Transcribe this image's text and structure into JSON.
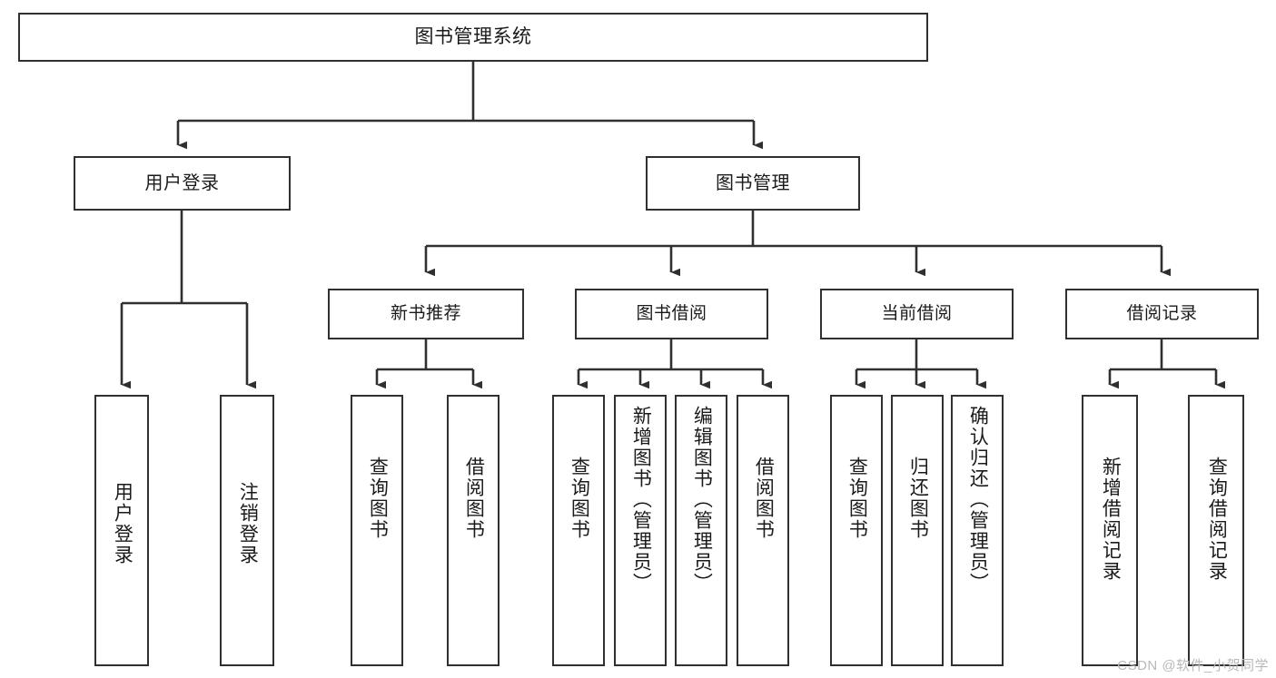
{
  "diagram": {
    "type": "tree-hierarchy",
    "title_node": {
      "label": "图书管理系统"
    },
    "level1": [
      {
        "id": "user-login",
        "label": "用户登录"
      },
      {
        "id": "book-manage",
        "label": "图书管理"
      }
    ],
    "level2": [
      {
        "id": "new-book-recommend",
        "label": "新书推荐",
        "parent": "book-manage"
      },
      {
        "id": "book-borrow",
        "label": "图书借阅",
        "parent": "book-manage"
      },
      {
        "id": "current-borrow",
        "label": "当前借阅",
        "parent": "book-manage"
      },
      {
        "id": "borrow-record",
        "label": "借阅记录",
        "parent": "book-manage"
      }
    ],
    "leaves": [
      {
        "id": "leaf-user-login",
        "label": "用户登录",
        "parent": "user-login"
      },
      {
        "id": "leaf-logout-login",
        "label": "注销登录",
        "parent": "user-login"
      },
      {
        "id": "leaf-query-book-1",
        "label": "查询图书",
        "parent": "new-book-recommend"
      },
      {
        "id": "leaf-borrow-book-1",
        "label": "借阅图书",
        "parent": "new-book-recommend"
      },
      {
        "id": "leaf-query-book-2",
        "label": "查询图书",
        "parent": "book-borrow"
      },
      {
        "id": "leaf-add-book",
        "label": "新增图书（管理员）",
        "parent": "book-borrow"
      },
      {
        "id": "leaf-edit-book",
        "label": "编辑图书（管理员）",
        "parent": "book-borrow"
      },
      {
        "id": "leaf-borrow-book-2",
        "label": "借阅图书",
        "parent": "book-borrow"
      },
      {
        "id": "leaf-query-book-3",
        "label": "查询图书",
        "parent": "current-borrow"
      },
      {
        "id": "leaf-return-book",
        "label": "归还图书",
        "parent": "current-borrow"
      },
      {
        "id": "leaf-confirm-return",
        "label": "确认归还（管理员）",
        "parent": "current-borrow"
      },
      {
        "id": "leaf-add-record",
        "label": "新增借阅记录",
        "parent": "borrow-record"
      },
      {
        "id": "leaf-query-record",
        "label": "查询借阅记录",
        "parent": "borrow-record"
      }
    ],
    "colors": {
      "stroke": "#303030",
      "fill": "#ffffff",
      "text": "#1a1a1a",
      "watermark": "#b9b9b9"
    }
  },
  "watermark": {
    "text": "CSDN @软件_小贺同学"
  }
}
